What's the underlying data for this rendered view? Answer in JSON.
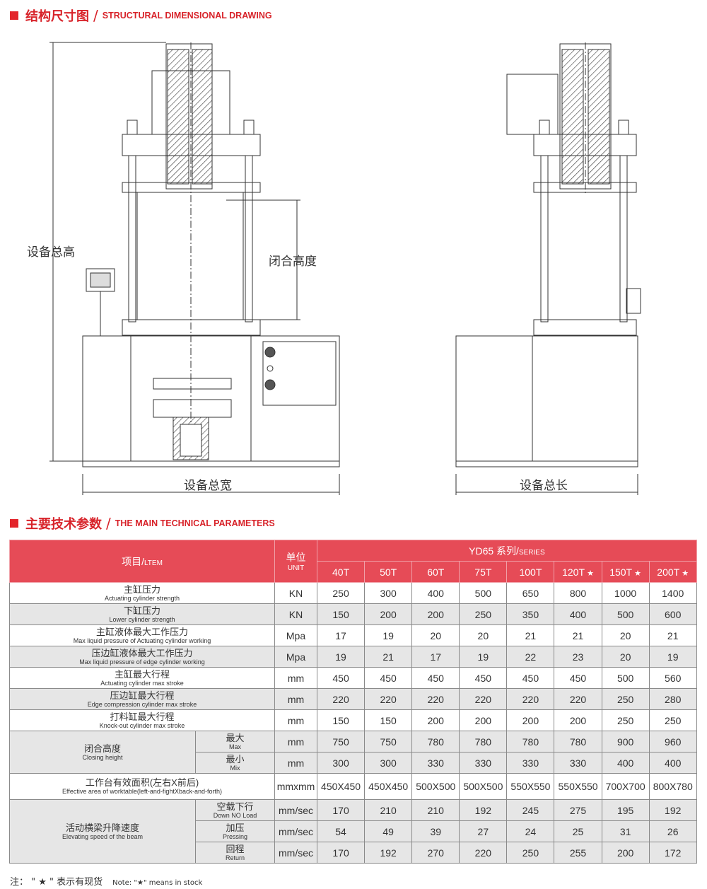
{
  "section1": {
    "title_cn": "结构尺寸图",
    "title_en": "STRUCTURAL DIMENSIONAL DRAWING"
  },
  "drawing": {
    "total_height": "设备总高",
    "closing_height": "闭合高度",
    "total_width": "设备总宽",
    "total_length": "设备总长"
  },
  "section2": {
    "title_cn": "主要技术参数",
    "title_en": "THE MAIN TECHNICAL PARAMETERS"
  },
  "table": {
    "item_header_cn": "项目/",
    "item_header_en": "LTEM",
    "unit_header_cn": "单位",
    "unit_header_en": "UNIT",
    "series_header": "YD65 系列/",
    "series_header_en": "SERIES",
    "models": [
      "40T",
      "50T",
      "60T",
      "75T",
      "100T",
      "120T",
      "150T",
      "200T"
    ],
    "models_star": [
      false,
      false,
      false,
      false,
      false,
      true,
      true,
      true
    ],
    "star": "★",
    "rows": [
      {
        "cn": "主缸压力",
        "en": "Actuating cylinder strength",
        "unit": "KN",
        "values": [
          "250",
          "300",
          "400",
          "500",
          "650",
          "800",
          "1000",
          "1400"
        ]
      },
      {
        "cn": "下缸压力",
        "en": "Lower cylinder strength",
        "unit": "KN",
        "values": [
          "150",
          "200",
          "200",
          "250",
          "350",
          "400",
          "500",
          "600"
        ]
      },
      {
        "cn": "主缸液体最大工作压力",
        "en": "Max liquid pressure of Actuating cylinder working",
        "unit": "Mpa",
        "values": [
          "17",
          "19",
          "20",
          "20",
          "21",
          "21",
          "20",
          "21"
        ]
      },
      {
        "cn": "压边缸液体最大工作压力",
        "en": "Max liquid pressure of edge cylinder working",
        "unit": "Mpa",
        "values": [
          "19",
          "21",
          "17",
          "19",
          "22",
          "23",
          "20",
          "19"
        ]
      },
      {
        "cn": "主缸最大行程",
        "en": "Actuating cylinder max stroke",
        "unit": "mm",
        "values": [
          "450",
          "450",
          "450",
          "450",
          "450",
          "450",
          "500",
          "560"
        ]
      },
      {
        "cn": "压边缸最大行程",
        "en": "Edge compression cylinder max stroke",
        "unit": "mm",
        "values": [
          "220",
          "220",
          "220",
          "220",
          "220",
          "220",
          "250",
          "280"
        ]
      },
      {
        "cn": "打料缸最大行程",
        "en": "Knock-out cylinder max stroke",
        "unit": "mm",
        "values": [
          "150",
          "150",
          "200",
          "200",
          "200",
          "200",
          "250",
          "250"
        ]
      }
    ],
    "closing": {
      "cn": "闭合高度",
      "en": "Closing height",
      "sub": [
        {
          "cn": "最大",
          "en": "Max",
          "unit": "mm",
          "values": [
            "750",
            "750",
            "780",
            "780",
            "780",
            "780",
            "900",
            "960"
          ]
        },
        {
          "cn": "最小",
          "en": "Mix",
          "unit": "mm",
          "values": [
            "300",
            "300",
            "330",
            "330",
            "330",
            "330",
            "400",
            "400"
          ]
        }
      ]
    },
    "worktable": {
      "cn": "工作台有效面积(左右X前后)",
      "en": "Effective area of worktable(left-and-fightXback-and-forth)",
      "unit": "mmxmm",
      "values": [
        "450X450",
        "450X450",
        "500X500",
        "500X500",
        "550X550",
        "550X550",
        "700X700",
        "800X780"
      ]
    },
    "speed": {
      "cn": "活动横梁升降速度",
      "en": "Elevating speed of the beam",
      "sub": [
        {
          "cn": "空载下行",
          "en": "Down NO Load",
          "unit": "mm/sec",
          "values": [
            "170",
            "210",
            "210",
            "192",
            "245",
            "275",
            "195",
            "192"
          ]
        },
        {
          "cn": "加压",
          "en": "Pressing",
          "unit": "mm/sec",
          "values": [
            "54",
            "49",
            "39",
            "27",
            "24",
            "25",
            "31",
            "26"
          ]
        },
        {
          "cn": "回程",
          "en": "Return",
          "unit": "mm/sec",
          "values": [
            "170",
            "192",
            "270",
            "220",
            "250",
            "255",
            "200",
            "172"
          ]
        }
      ]
    }
  },
  "note": {
    "cn": "注：  \" ★ \" 表示有现货",
    "en": "Note: \"★\" means in stock"
  },
  "colors": {
    "accent": "#e3252b",
    "header": "#e64b57",
    "row_alt": "#e6e6e6"
  }
}
